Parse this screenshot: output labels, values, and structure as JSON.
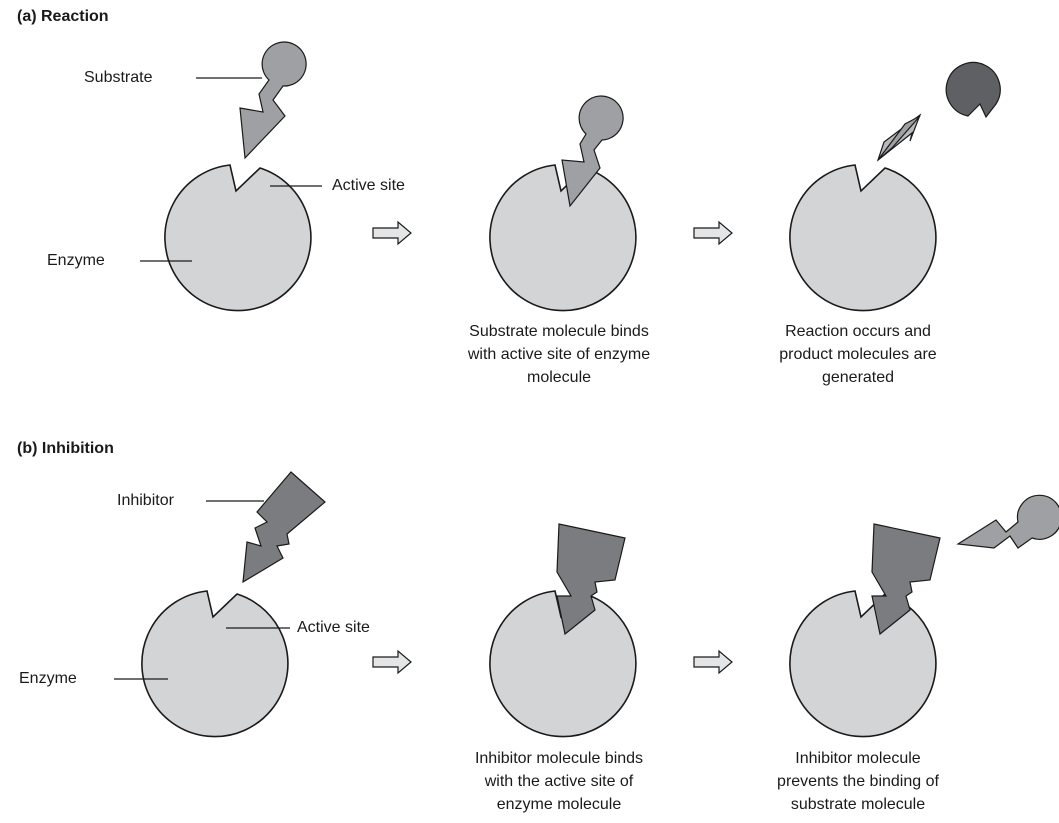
{
  "panel_a": {
    "heading": "(a) Reaction",
    "labels": {
      "substrate": "Substrate",
      "active_site": "Active site",
      "enzyme": "Enzyme"
    },
    "captions": {
      "binding": [
        "Substrate molecule binds",
        "with active site of enzyme",
        "molecule"
      ],
      "product": [
        "Reaction occurs and",
        "product molecules are",
        "generated"
      ]
    }
  },
  "panel_b": {
    "heading": "(b) Inhibition",
    "labels": {
      "inhibitor": "Inhibitor",
      "active_site": "Active site",
      "enzyme": "Enzyme"
    },
    "captions": {
      "binding": [
        "Inhibitor molecule binds",
        "with the active site of",
        "enzyme molecule"
      ],
      "blocking": [
        "Inhibitor molecule",
        "prevents the binding of",
        "substrate molecule"
      ]
    }
  },
  "colors": {
    "enzyme": "#d3d4d6",
    "substrate": "#9fa0a3",
    "inhibitor": "#7b7c7f",
    "product_dark": "#5f6063",
    "outline": "#1a1a1a"
  }
}
